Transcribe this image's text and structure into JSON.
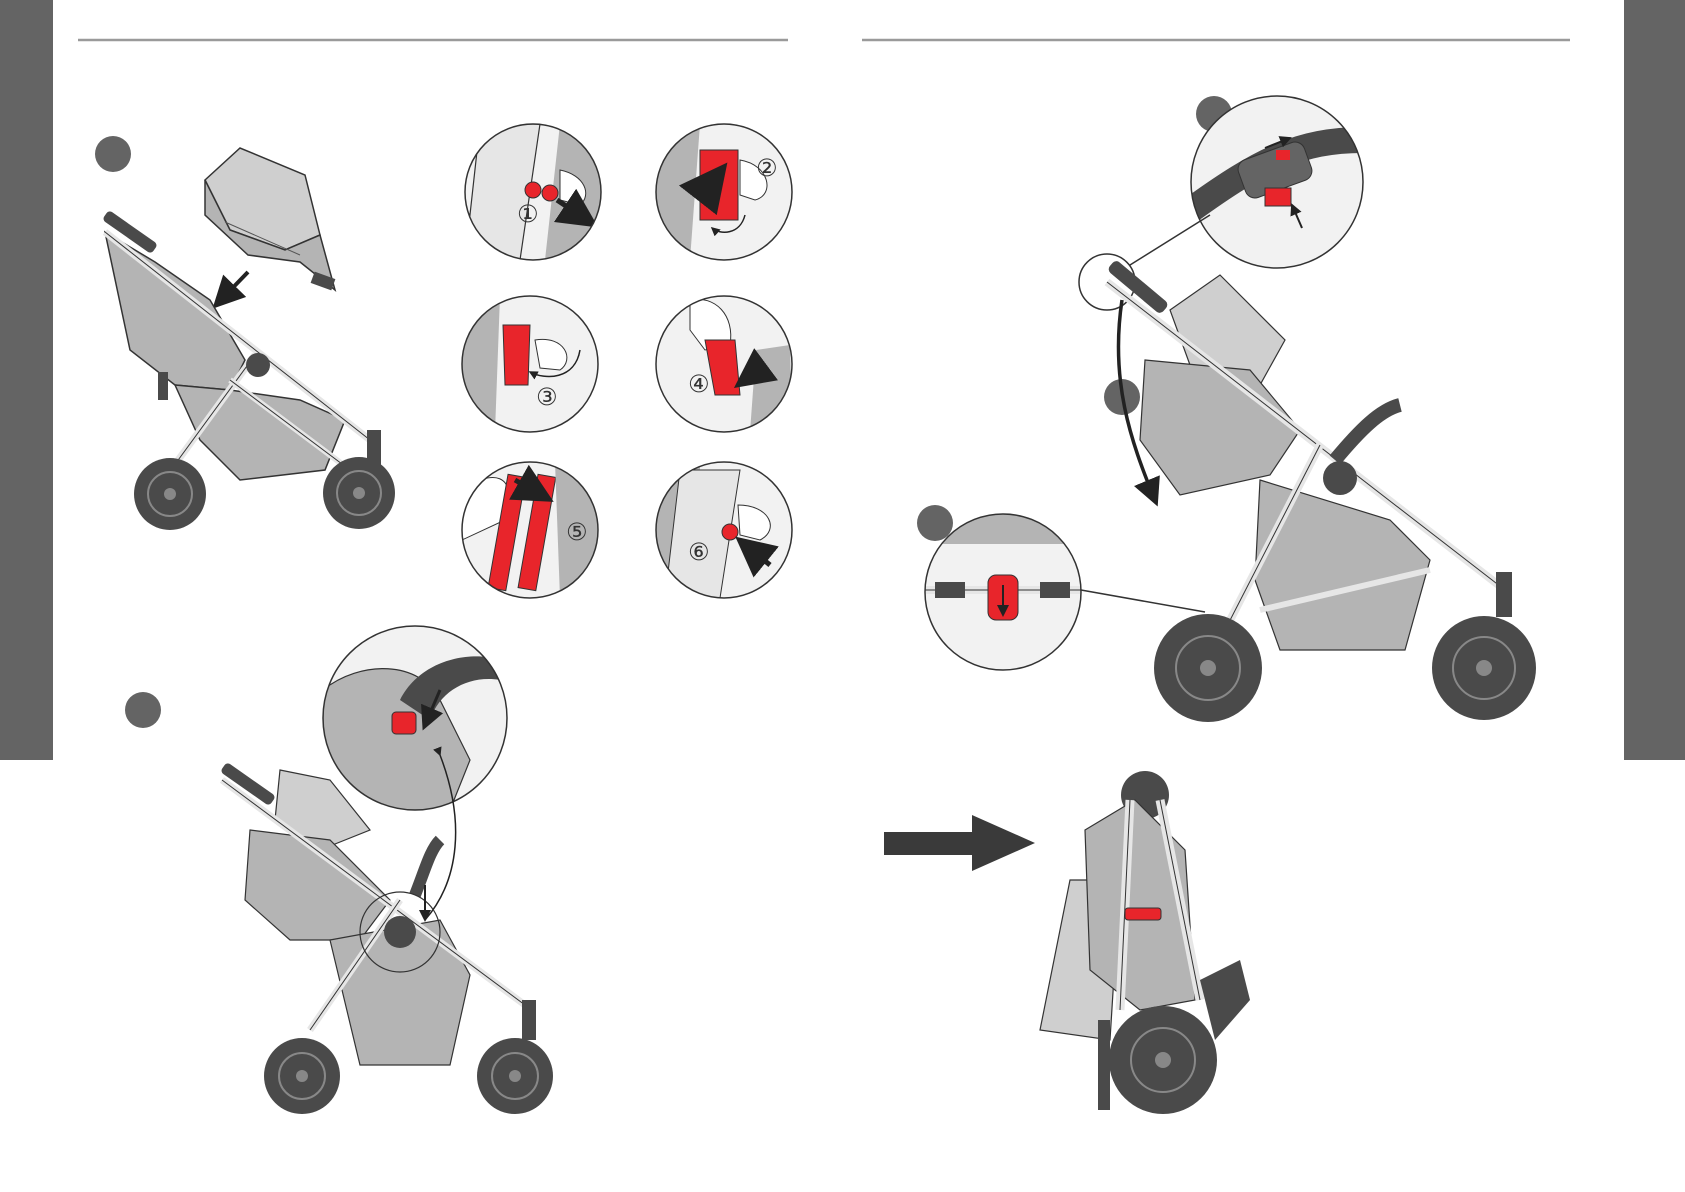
{
  "colors": {
    "side_tab": "#646464",
    "rule": "#9a9a9a",
    "fabric": "#b4b4b4",
    "fabric_light": "#cfcfcf",
    "frame": "#e6e6e6",
    "dark": "#4a4a4a",
    "accent_red": "#e8252b",
    "badge": "#646464",
    "arrow": "#3a3a3a"
  },
  "callouts": {
    "step_1": "①",
    "step_2": "②",
    "step_3": "③",
    "step_4": "④",
    "step_5": "⑤",
    "step_6": "⑥"
  },
  "icons": [
    "seat-unit-icon",
    "stroller-icon",
    "lock-button-icon",
    "folded-stroller-icon",
    "big-arrow-icon"
  ]
}
